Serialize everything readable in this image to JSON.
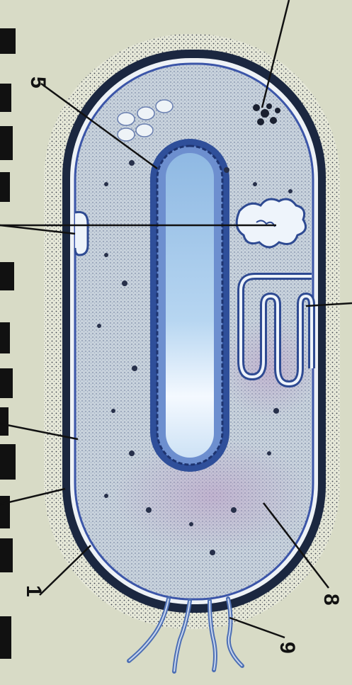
{
  "figure": {
    "background": "#d8dbc6",
    "labels": {
      "l1": "1",
      "l5": "5",
      "l8": "8",
      "l9": "9"
    },
    "colors": {
      "capsule": "#2b2d34",
      "wall": "#1b2740",
      "membrane": "#3b55a8",
      "cytoplasm": "#c9d3dc",
      "nucleoid": "#2f4f9a",
      "vacuole": "#9fc4e6",
      "flagellum": "#4d6fb4"
    }
  }
}
